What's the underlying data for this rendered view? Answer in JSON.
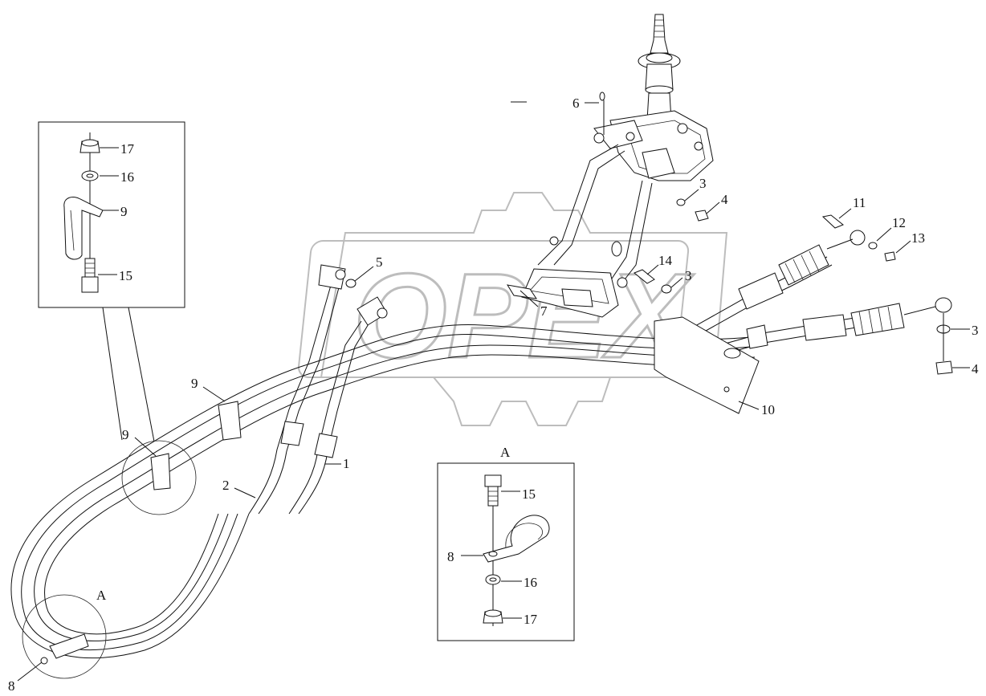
{
  "watermark": {
    "text": "OPEX"
  },
  "inset_top_left": {
    "labels": [
      {
        "id": "17",
        "text": "17"
      },
      {
        "id": "16",
        "text": "16"
      },
      {
        "id": "9",
        "text": "9"
      },
      {
        "id": "15",
        "text": "15"
      }
    ]
  },
  "inset_a": {
    "title": "A",
    "labels": [
      {
        "id": "15",
        "text": "15"
      },
      {
        "id": "8",
        "text": "8"
      },
      {
        "id": "16",
        "text": "16"
      },
      {
        "id": "17",
        "text": "17"
      }
    ]
  },
  "callouts": {
    "c1": "1",
    "c2": "2",
    "c3a": "3",
    "c3b": "3",
    "c3c": "3",
    "c4a": "4",
    "c4b": "4",
    "c5": "5",
    "c6": "6",
    "c7": "7",
    "c8": "8",
    "c9a": "9",
    "c9b": "9",
    "c10": "10",
    "c11": "11",
    "c12": "12",
    "c13": "13",
    "c14": "14",
    "detail_a": "A"
  }
}
